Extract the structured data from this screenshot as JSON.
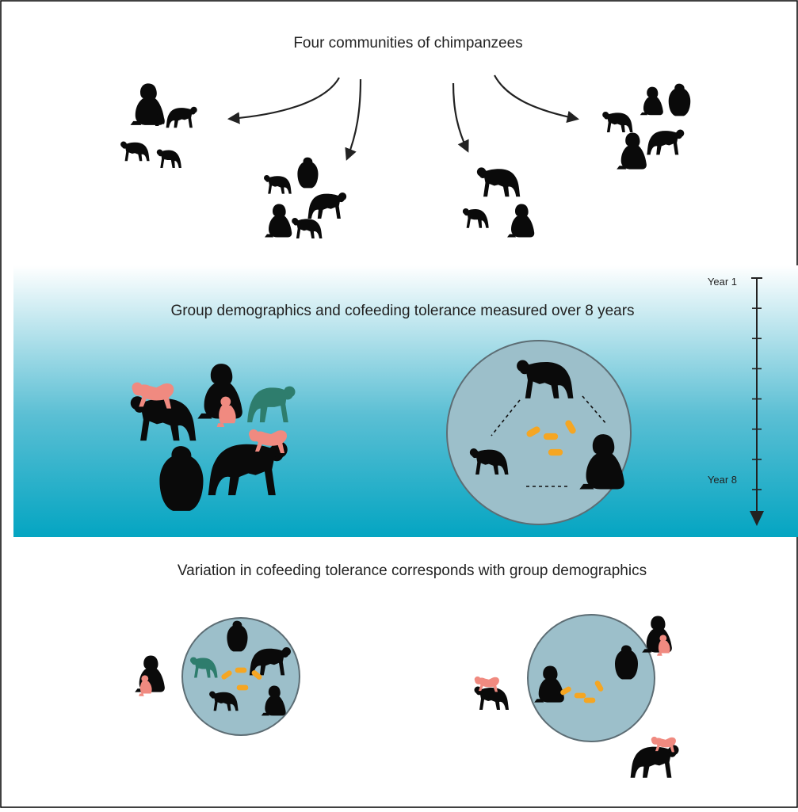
{
  "section_top": {
    "title": "Four communities of chimpanzees"
  },
  "section_middle": {
    "title": "Group demographics and cofeeding tolerance measured over 8 years",
    "timeline": {
      "start_label": "Year 1",
      "end_label": "Year 8",
      "ticks": 8
    }
  },
  "section_bottom": {
    "title": "Variation in cofeeding tolerance corresponds with group demographics"
  },
  "colors": {
    "adult": "#0a0a0a",
    "infant": "#f08a80",
    "juvenile": "#2e7d6d",
    "food": "#f5a623",
    "circle_fill": "#9cbfca",
    "circle_stroke": "#5d6d74",
    "band_top": "#ffffff",
    "band_bottom": "#0aa6c2"
  }
}
